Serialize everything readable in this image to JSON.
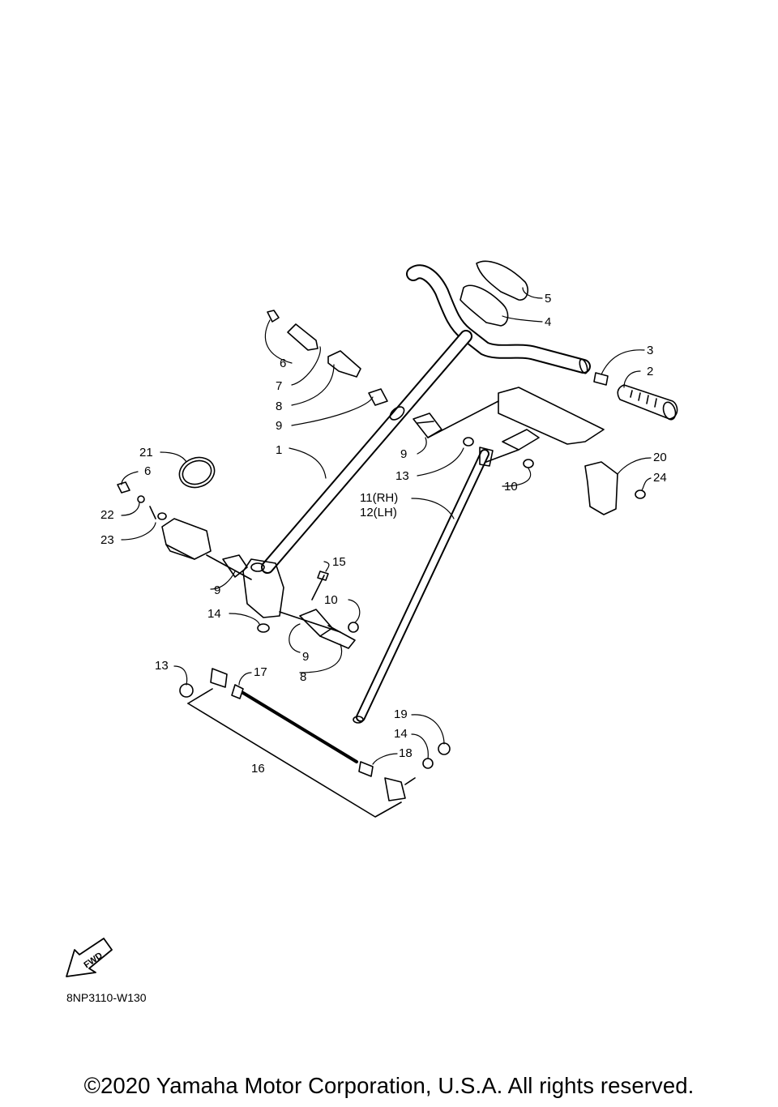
{
  "diagram_code": "8NP3110-W130",
  "copyright": "©2020 Yamaha Motor Corporation, U.S.A. All rights reserved.",
  "fwd_label": "FWD",
  "labels": {
    "p1": "1",
    "p2": "2",
    "p3": "3",
    "p4": "4",
    "p5": "5",
    "p6a": "6",
    "p6b": "6",
    "p7": "7",
    "p8a": "8",
    "p8b": "8",
    "p9a": "9",
    "p9b": "9",
    "p9c": "9",
    "p9d": "9",
    "p10a": "10",
    "p10b": "10",
    "p11": "11(RH)",
    "p12": "12(LH)",
    "p13a": "13",
    "p13b": "13",
    "p14a": "14",
    "p14b": "14",
    "p15": "15",
    "p16": "16",
    "p17": "17",
    "p18": "18",
    "p19": "19",
    "p20": "20",
    "p21": "21",
    "p22": "22",
    "p23": "23",
    "p24": "24"
  }
}
